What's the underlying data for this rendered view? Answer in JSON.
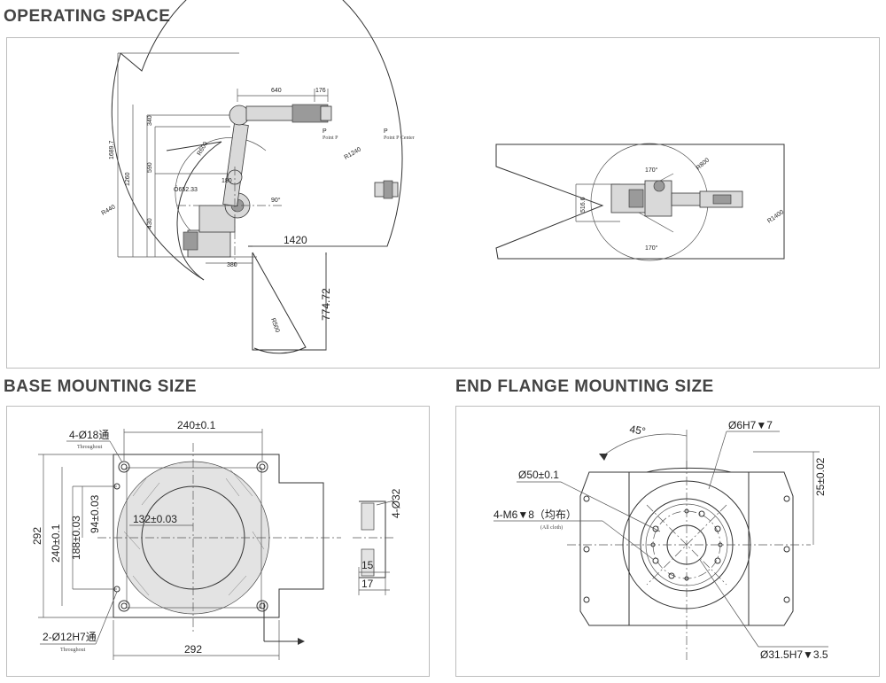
{
  "sections": {
    "operating_space": {
      "title": "OPERATING SPACE",
      "side_view": {
        "dims": {
          "d640": "640",
          "d176": "176",
          "d1689": "1689.7",
          "d1260": "1260",
          "d590": "590",
          "d340": "340",
          "d430": "430",
          "d1420": "1420",
          "d380": "380",
          "d774": "774.72",
          "d652": "Ö652.33",
          "d180": "180",
          "r1240": "R1240",
          "r440": "R440",
          "r600": "R600",
          "r500": "R500",
          "a90": "90°"
        },
        "point_p": "P",
        "point_p_sub": "Point P",
        "point_p2": "P",
        "point_p2_sub": "Point P Center"
      },
      "top_view": {
        "dims": {
          "d516": "516.6",
          "a170_top": "170°",
          "a170_bot": "170°",
          "r800": "R800",
          "r1400": "R1400"
        }
      }
    },
    "base_mounting": {
      "title": "BASE MOUNTING SIZE",
      "dims": {
        "holes_top": "4-Ø18通",
        "holes_top_sub": "Throughout",
        "width_top": "240±0.1",
        "side_292": "292",
        "side_240": "240±0.1",
        "side_188": "188±0.03",
        "side_94": "94±0.03",
        "center_132": "132±0.03",
        "bottom_292": "292",
        "holes_bottom": "2-Ø12H7通",
        "holes_bottom_sub": "Throughout",
        "sec_32": "4-Ø32",
        "sec_15": "15",
        "sec_17": "17"
      }
    },
    "end_flange": {
      "title": "END FLANGE MOUNTING SIZE",
      "dims": {
        "angle": "45°",
        "pin": "Ø6H7▼7",
        "bolt_circle": "Ø50±0.1",
        "threads": "4-M6▼8（均布）",
        "threads_sub": "(All cloth)",
        "depth_25": "25±0.02",
        "bore": "Ø31.5H7▼3.5"
      }
    }
  }
}
